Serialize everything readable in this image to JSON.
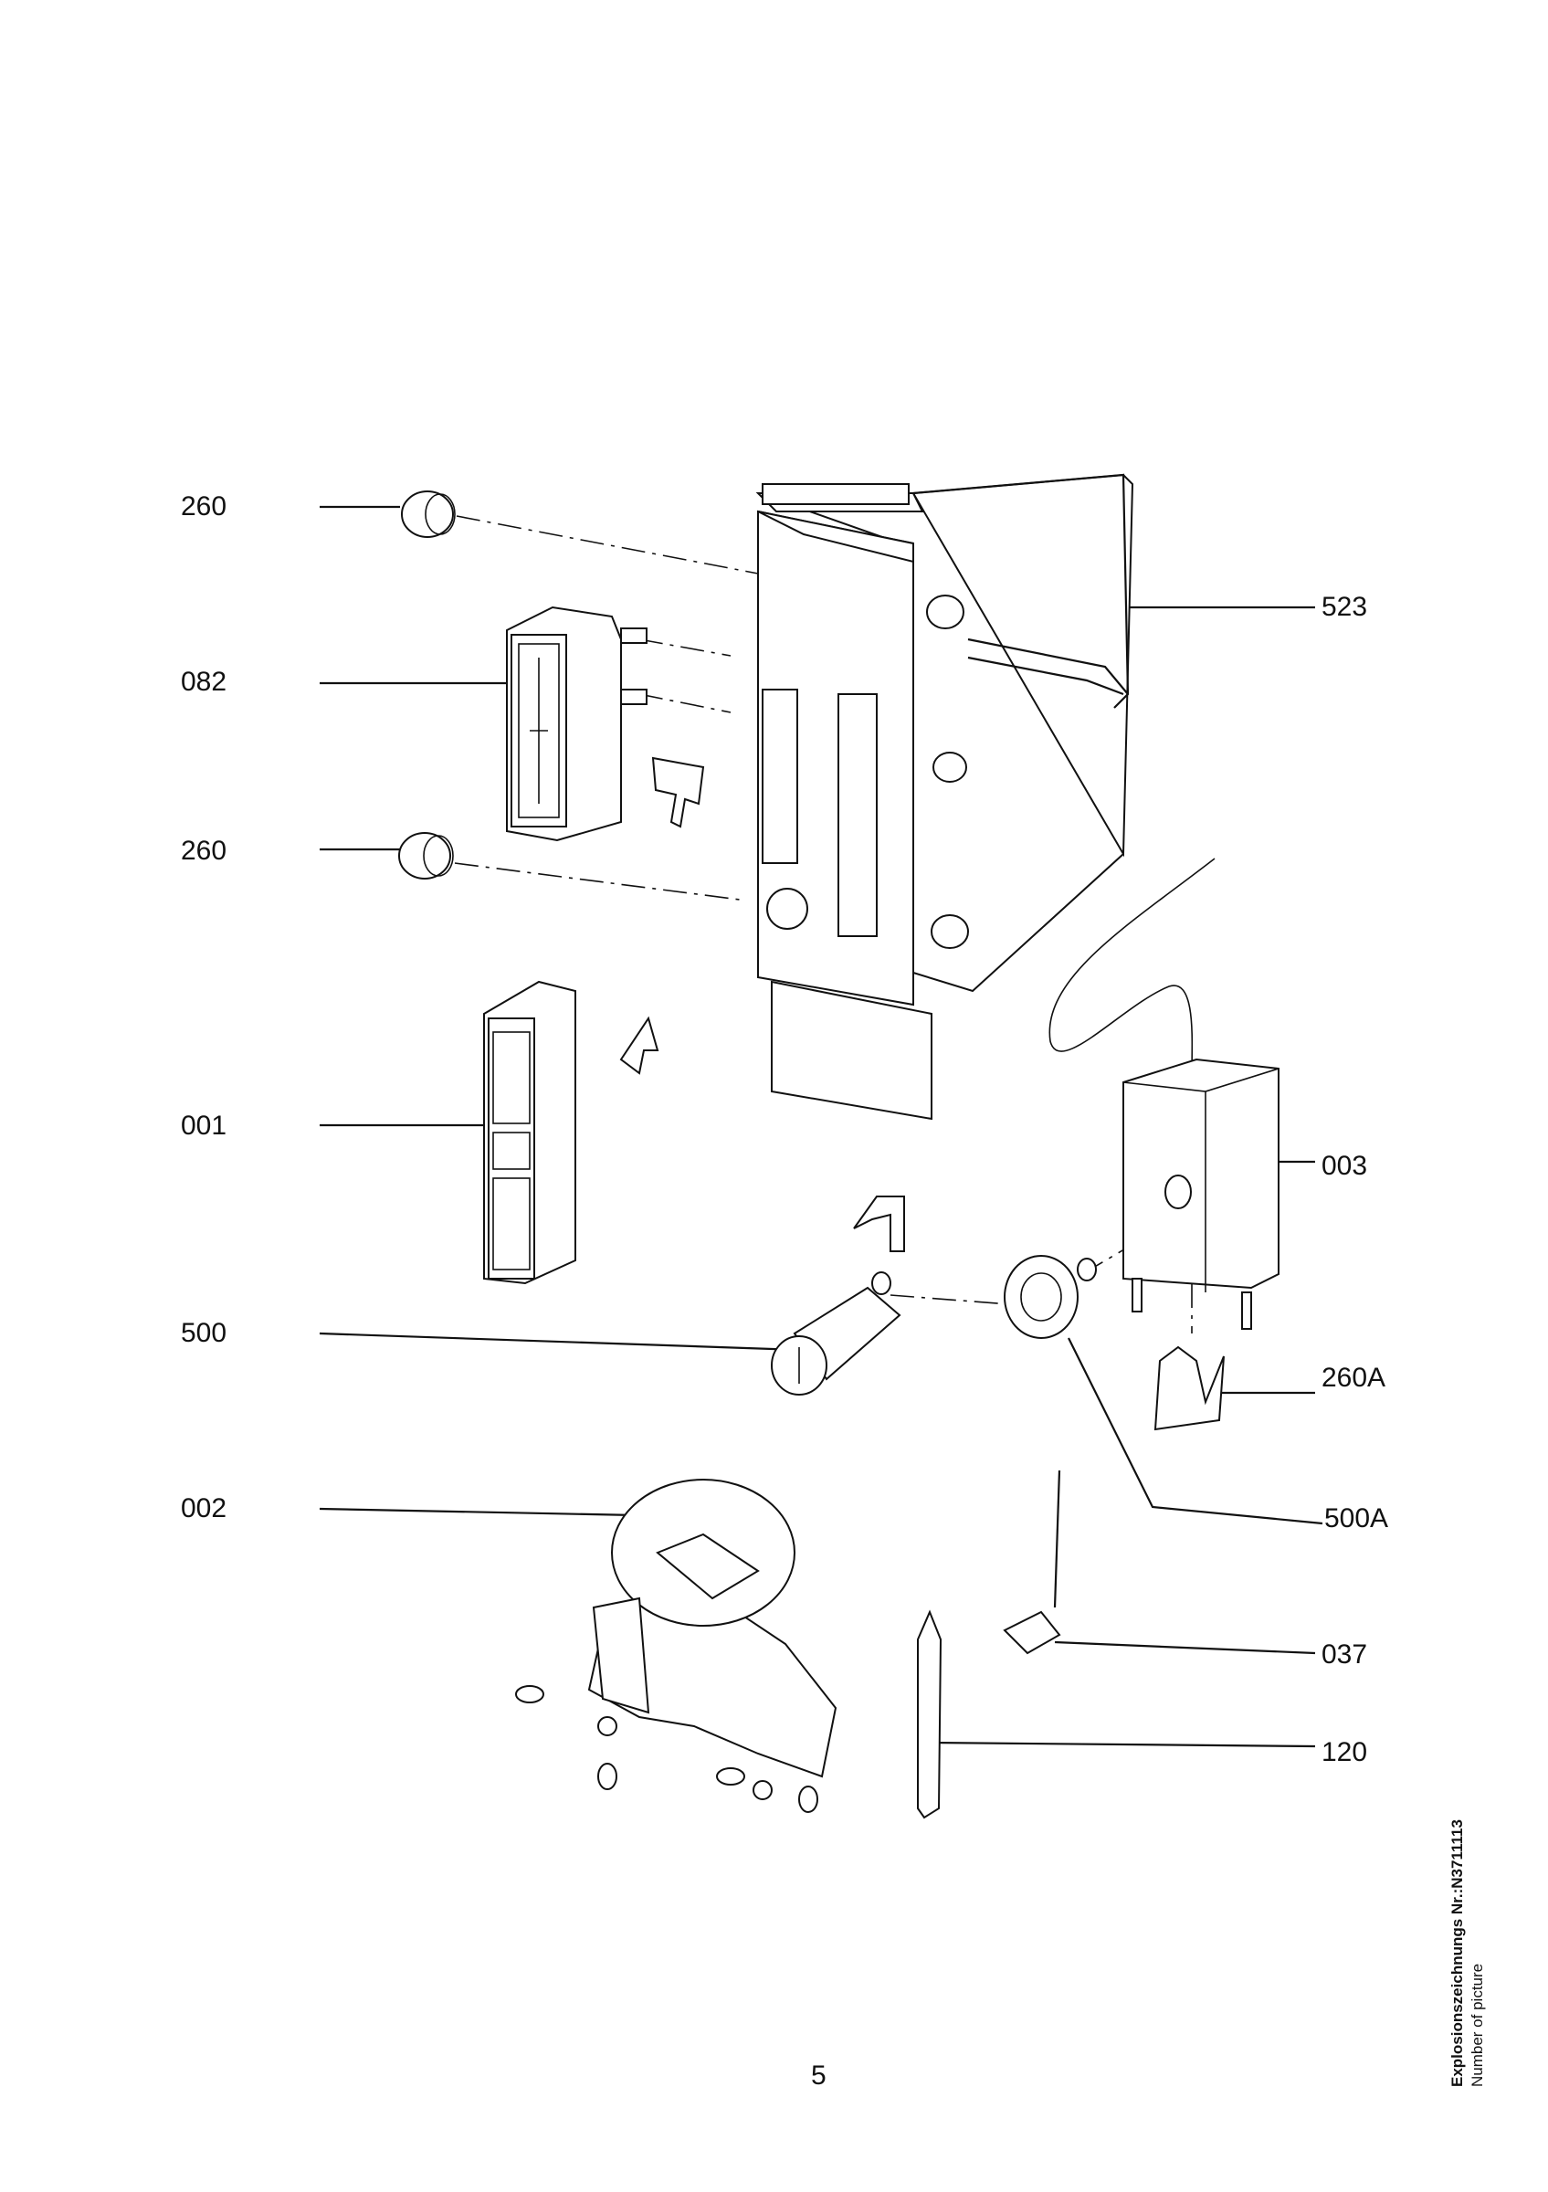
{
  "callouts": {
    "c260_top": "260",
    "c082": "082",
    "c260_mid": "260",
    "c001": "001",
    "c500": "500",
    "c002": "002",
    "c523": "523",
    "c003": "003",
    "c260A": "260A",
    "c500A": "500A",
    "c037": "037",
    "c120": "120"
  },
  "page_number": "5",
  "side_note": {
    "title": "Explosionszeichnungs Nr.:N3711113",
    "subtitle": "Number of picture"
  }
}
